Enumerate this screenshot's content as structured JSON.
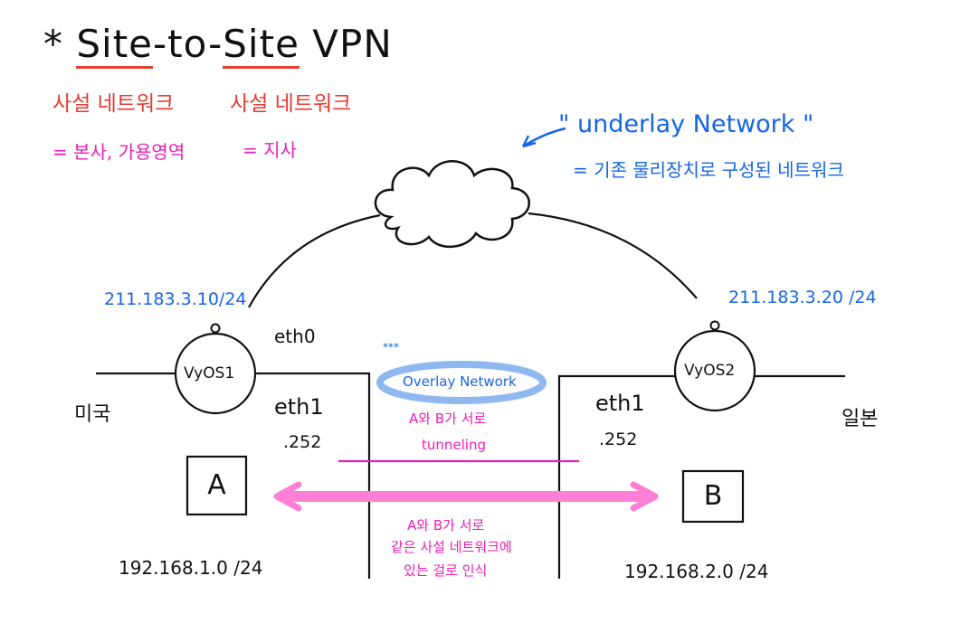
{
  "title": {
    "prefix": "* ",
    "word1": "Site",
    "sep1": "-to-",
    "word2": "Site",
    "suffix": " VPN"
  },
  "site_a": {
    "private_net_label": "사설 네트워크",
    "description": "= 본사, 가용영역",
    "router": "VyOS1",
    "public_ip": "211.183.3.10/24",
    "wan_iface": "eth0",
    "lan_iface": "eth1",
    "lan_host": ".252",
    "host_box": "A",
    "subnet": "192.168.1.0 /24",
    "country": "미국"
  },
  "site_b": {
    "private_net_label": "사설 네트워크",
    "description": "= 지사",
    "router": "VyOS2",
    "public_ip": "211.183.3.20 /24",
    "lan_iface": "eth1",
    "lan_host": ".252",
    "host_box": "B",
    "subnet": "192.168.2.0 /24",
    "country": "일본"
  },
  "underlay": {
    "title": "\" underlay Network \"",
    "description": "= 기존 물리장치로 구성된 네트워크"
  },
  "overlay": {
    "stars": "***",
    "label": "Overlay Network",
    "tunnel_line1": "A와 B가 서로",
    "tunnel_line2": "tunneling",
    "note_line1": "A와 B가 서로",
    "note_line2": "같은 사설 네트워크에",
    "note_line3": "있는 걸로 인식"
  },
  "colors": {
    "red": "#e83a2f",
    "magenta": "#ea1fb3",
    "blue": "#1565e8",
    "pink_arrow": "#ff7fd6",
    "overlay_ring": "#8fb8f0"
  }
}
